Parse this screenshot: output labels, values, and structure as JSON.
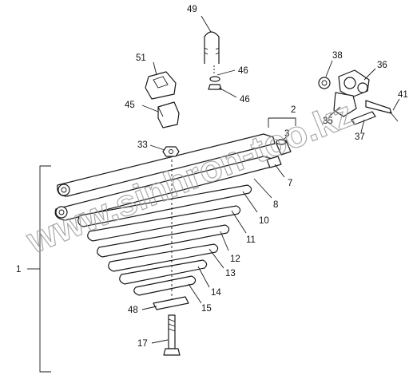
{
  "watermark": "www.sinhron-too.kz",
  "callouts": {
    "c1": "1",
    "c2": "2",
    "c3": "3",
    "c7": "7",
    "c8": "8",
    "c10": "10",
    "c11": "11",
    "c12": "12",
    "c13": "13",
    "c14": "14",
    "c15": "15",
    "c17": "17",
    "c33": "33",
    "c35": "35",
    "c36": "36",
    "c37": "37",
    "c38": "38",
    "c41": "41",
    "c45": "45",
    "c46a": "46",
    "c46b": "46",
    "c48": "48",
    "c49": "49",
    "c51": "51"
  },
  "colors": {
    "line": "#1a1a1a",
    "watermark": "#9a9a9a",
    "background": "#ffffff"
  }
}
